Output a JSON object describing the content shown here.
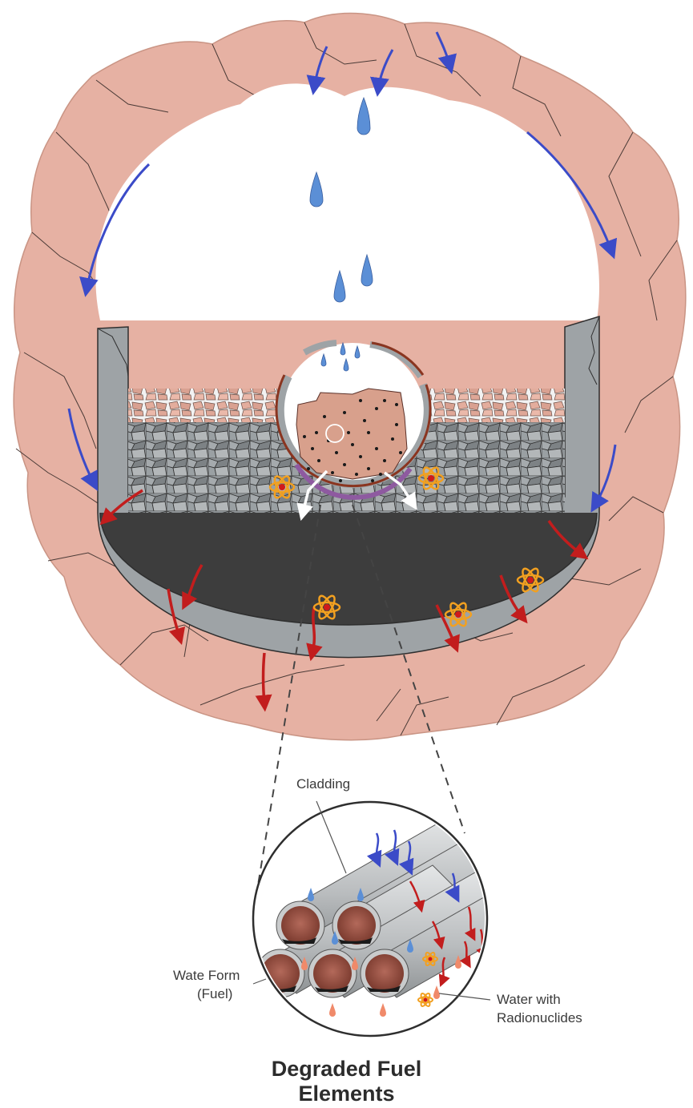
{
  "labels": {
    "cladding": "Cladding",
    "waste_form_line1": "Wate Form",
    "waste_form_line2": "(Fuel)",
    "water_line1": "Water with",
    "water_line2": "Radionuclides"
  },
  "title": {
    "line1": "Degraded Fuel",
    "line2": "Elements"
  },
  "colors": {
    "rock": "#e6b1a3",
    "rock_edge": "#c99484",
    "liner": "#9ea3a6",
    "invert": "#3d3d3d",
    "backfill": "#e7b3a3",
    "water_drop": "#5b8fd6",
    "seepage_arrow": "#3b4bc8",
    "release_arrow": "#c21d1d",
    "radionuclide": "#f2a020",
    "rod_shell": "#c9cbcc",
    "fuel": "#8a4a3c"
  },
  "icons": [
    "water-drop-icon",
    "seepage-arrow-icon",
    "release-arrow-icon",
    "radionuclide-icon"
  ]
}
